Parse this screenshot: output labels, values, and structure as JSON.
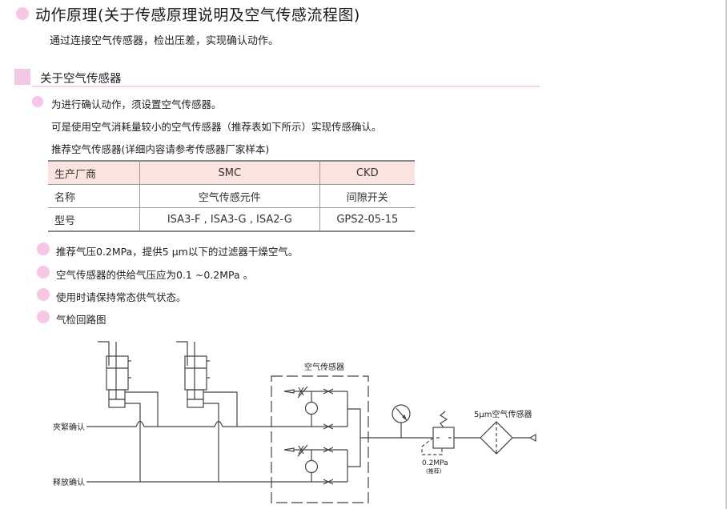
{
  "header": {
    "title": "动作原理(关于传感原理说明及空气传感流程图)",
    "intro": "通过连接空气传感器，检出压差，实现确认动作。"
  },
  "section": {
    "title": "关于空气传感器",
    "paragraphs": [
      "为进行确认动作，须设置空气传感器。",
      "可是使用空气消耗量较小的空气传感器（推荐表如下所示）实现传感确认。",
      "推荐空气传感器(详细内容请参考传感器厂家样本)"
    ]
  },
  "table": {
    "rows": [
      {
        "label": "生产厂商",
        "smc": "SMC",
        "ckd": "CKD"
      },
      {
        "label": "名称",
        "smc": "空气传感元件",
        "ckd": "间隙开关"
      },
      {
        "label": "型号",
        "smc": "ISA3-F , ISA3-G , ISA2-G",
        "ckd": "GPS2-05-15"
      }
    ]
  },
  "bullets": [
    "推荐气压0.2MPa，提供5 μm以下的过滤器干燥空气。",
    "空气传感器的供给气压应为0.1 ~0.2MPa 。",
    "使用时请保持常态供气状态。",
    "气检回路图"
  ],
  "circuit": {
    "clamp_label": "夾緊确认",
    "release_label": "释放确认",
    "sensor_box_label": "空气传感器",
    "regulator_label": "0.2MPa",
    "regulator_sub": "(推荐)",
    "filter_label": "5μm空气传感器"
  },
  "colors": {
    "accent_pink": "#f7c6e7",
    "table_header": "#fbe3df"
  }
}
